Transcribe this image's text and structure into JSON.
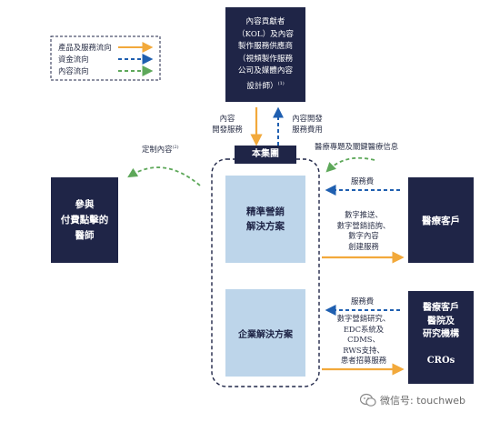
{
  "legend": {
    "items": [
      {
        "label": "產品及服務流向",
        "color": "#f2a93b"
      },
      {
        "label": "資金流向",
        "color": "#1f5fb0"
      },
      {
        "label": "內容流向",
        "color": "#5ea85a"
      }
    ]
  },
  "kol_box": {
    "line1": "內容貢獻者",
    "line2": "（KOL）及內容",
    "line3": "製作服務供應商",
    "line4": "（視頻製作服務",
    "line5": "公司及媒體內容",
    "line6": "設計師）",
    "footnote": "(1)"
  },
  "group_box": {
    "label": "本集團"
  },
  "precision_box": {
    "line1": "精準營銷",
    "line2": "解決方案"
  },
  "enterprise_box": {
    "label": "企業解決方案"
  },
  "doctor_box": {
    "line1": "參與",
    "line2": "付費點擊的",
    "line3": "醫師"
  },
  "client1_box": {
    "label": "醫療客戶"
  },
  "client2_box": {
    "line1": "醫療客戶",
    "line2": "醫院及",
    "line3": "研究機構",
    "line4": "CROs"
  },
  "labels": {
    "content_dev_1": "內容",
    "content_dev_2": "開發服務",
    "content_fee_1": "內容開發",
    "content_fee_2": "服務費用",
    "custom_content": "定制內容",
    "custom_note": "(2)",
    "medical_topics": "醫療專題及關鍵醫療信息",
    "service_fee_1": "服務費",
    "precision_services_1": "數字推送、",
    "precision_services_2": "數字營銷諮詢、",
    "precision_services_3": "數字內容",
    "precision_services_4": "創建服務",
    "service_fee_2": "服務費",
    "enterprise_services_1": "數字營銷研究、",
    "enterprise_services_2": "EDC系統及",
    "enterprise_services_3": "CDMS、",
    "enterprise_services_4": "RWS支持、",
    "enterprise_services_5": "患者招募服務"
  },
  "watermark": {
    "text": "微信号: touchweb"
  }
}
